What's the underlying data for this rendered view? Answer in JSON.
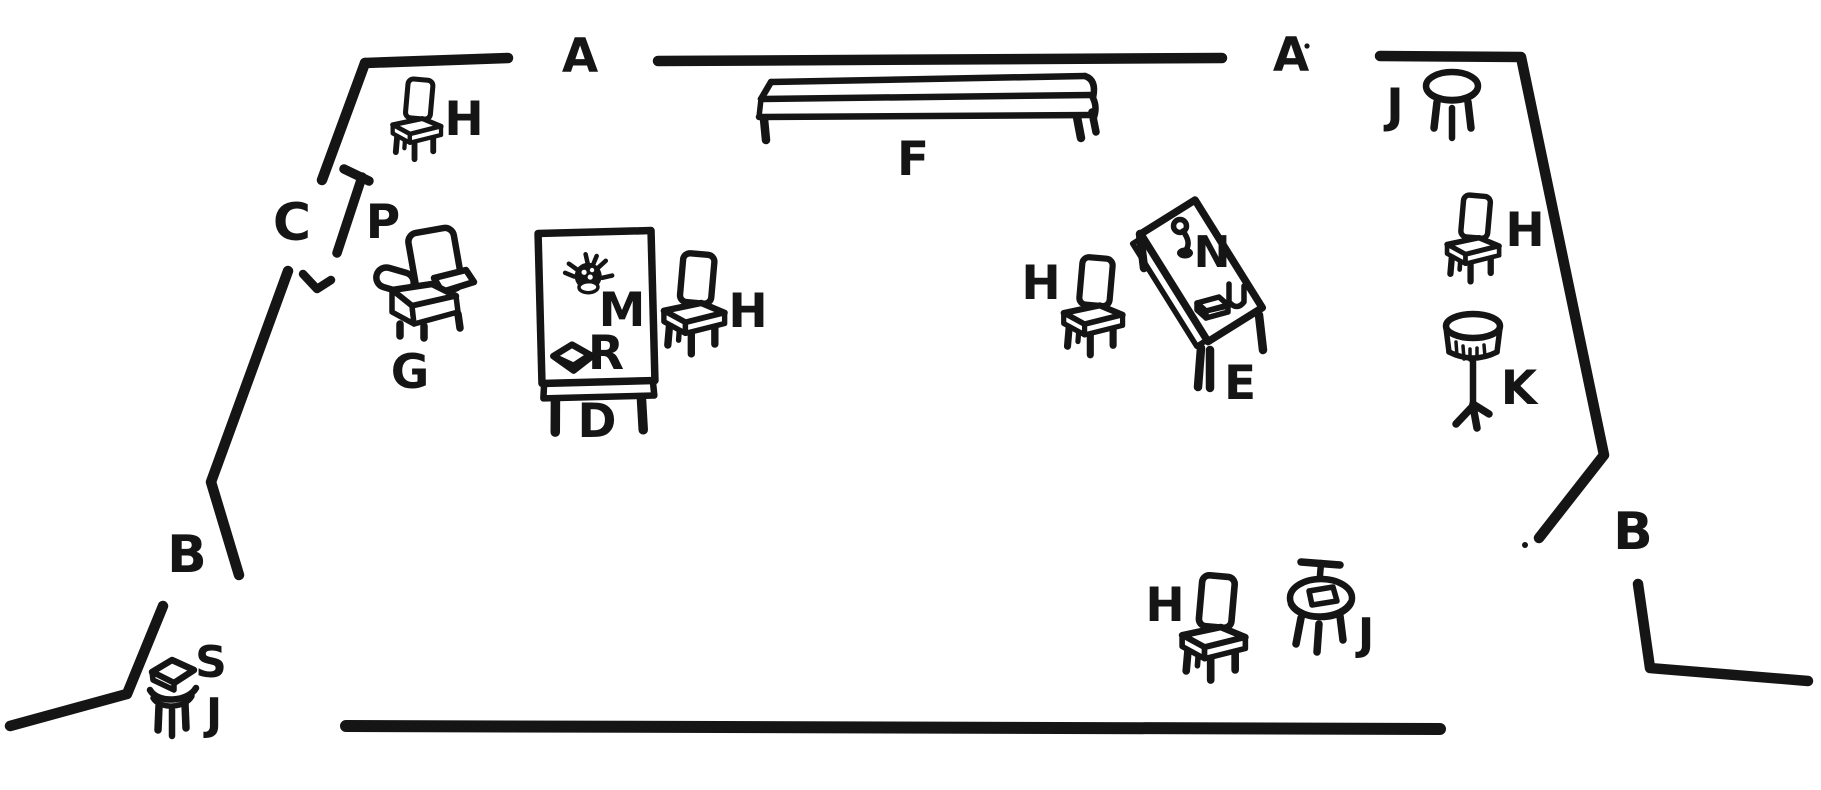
{
  "figure": {
    "type": "stage-set floor plan line drawing",
    "background": "#ffffff",
    "ink": "#151515",
    "labels": {
      "a_left": "A",
      "a_right": "A",
      "b_left": "B",
      "b_right": "B",
      "c": "C",
      "d": "D",
      "e": "E",
      "f": "F",
      "g": "G",
      "h_top_left": "H",
      "h_table_d": "H",
      "h_table_e": "H",
      "h_right_wall": "H",
      "h_bottom_right": "H",
      "j_top_right": "J",
      "j_bottom_left": "J",
      "j_bottom_right": "J",
      "k": "K",
      "m": "M",
      "n": "N",
      "p": "P",
      "r": "R",
      "s": "S"
    }
  }
}
